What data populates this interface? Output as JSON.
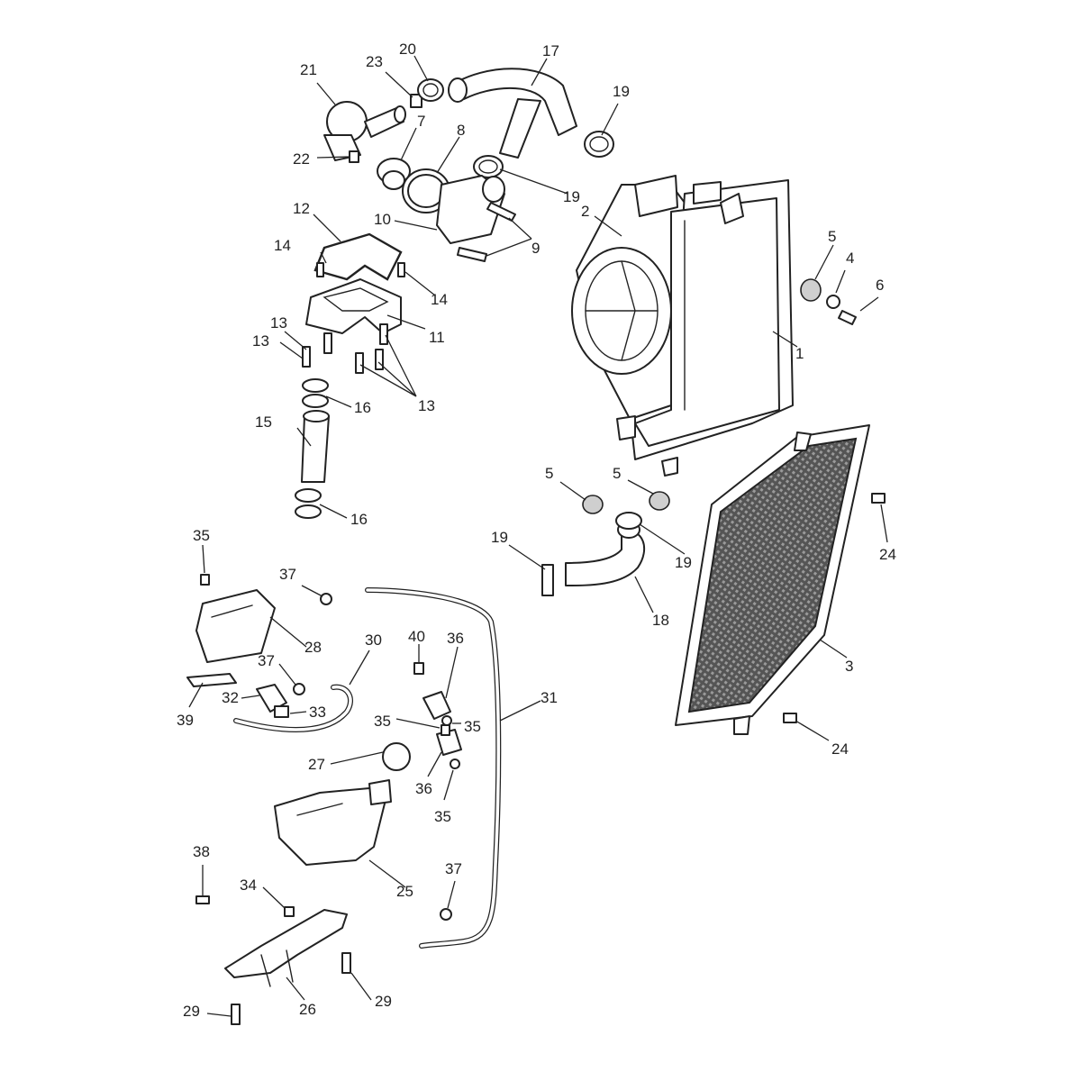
{
  "colors": {
    "line": "#222222",
    "background": "#ffffff",
    "shade": "#cfcfcf"
  },
  "callouts": [
    {
      "id": "c1",
      "label": "1"
    },
    {
      "id": "c2",
      "label": "2"
    },
    {
      "id": "c3",
      "label": "3"
    },
    {
      "id": "c4",
      "label": "4"
    },
    {
      "id": "c5a",
      "label": "5"
    },
    {
      "id": "c5b",
      "label": "5"
    },
    {
      "id": "c5c",
      "label": "5"
    },
    {
      "id": "c6",
      "label": "6"
    },
    {
      "id": "c7",
      "label": "7"
    },
    {
      "id": "c8",
      "label": "8"
    },
    {
      "id": "c9",
      "label": "9"
    },
    {
      "id": "c10",
      "label": "10"
    },
    {
      "id": "c11",
      "label": "11"
    },
    {
      "id": "c12",
      "label": "12"
    },
    {
      "id": "c13a",
      "label": "13"
    },
    {
      "id": "c13b",
      "label": "13"
    },
    {
      "id": "c13c",
      "label": "13"
    },
    {
      "id": "c14a",
      "label": "14"
    },
    {
      "id": "c14b",
      "label": "14"
    },
    {
      "id": "c15",
      "label": "15"
    },
    {
      "id": "c16a",
      "label": "16"
    },
    {
      "id": "c16b",
      "label": "16"
    },
    {
      "id": "c17",
      "label": "17"
    },
    {
      "id": "c18",
      "label": "18"
    },
    {
      "id": "c19a",
      "label": "19"
    },
    {
      "id": "c19b",
      "label": "19"
    },
    {
      "id": "c19c",
      "label": "19"
    },
    {
      "id": "c19d",
      "label": "19"
    },
    {
      "id": "c20",
      "label": "20"
    },
    {
      "id": "c21",
      "label": "21"
    },
    {
      "id": "c22",
      "label": "22"
    },
    {
      "id": "c23",
      "label": "23"
    },
    {
      "id": "c24a",
      "label": "24"
    },
    {
      "id": "c24b",
      "label": "24"
    },
    {
      "id": "c25",
      "label": "25"
    },
    {
      "id": "c26",
      "label": "26"
    },
    {
      "id": "c27",
      "label": "27"
    },
    {
      "id": "c28",
      "label": "28"
    },
    {
      "id": "c29a",
      "label": "29"
    },
    {
      "id": "c29b",
      "label": "29"
    },
    {
      "id": "c30",
      "label": "30"
    },
    {
      "id": "c31",
      "label": "31"
    },
    {
      "id": "c32",
      "label": "32"
    },
    {
      "id": "c33",
      "label": "33"
    },
    {
      "id": "c34",
      "label": "34"
    },
    {
      "id": "c35a",
      "label": "35"
    },
    {
      "id": "c35b",
      "label": "35"
    },
    {
      "id": "c35c",
      "label": "35"
    },
    {
      "id": "c35d",
      "label": "35"
    },
    {
      "id": "c36a",
      "label": "36"
    },
    {
      "id": "c36b",
      "label": "36"
    },
    {
      "id": "c37a",
      "label": "37"
    },
    {
      "id": "c37b",
      "label": "37"
    },
    {
      "id": "c37c",
      "label": "37"
    },
    {
      "id": "c38",
      "label": "38"
    },
    {
      "id": "c39",
      "label": "39"
    },
    {
      "id": "c40",
      "label": "40"
    }
  ]
}
